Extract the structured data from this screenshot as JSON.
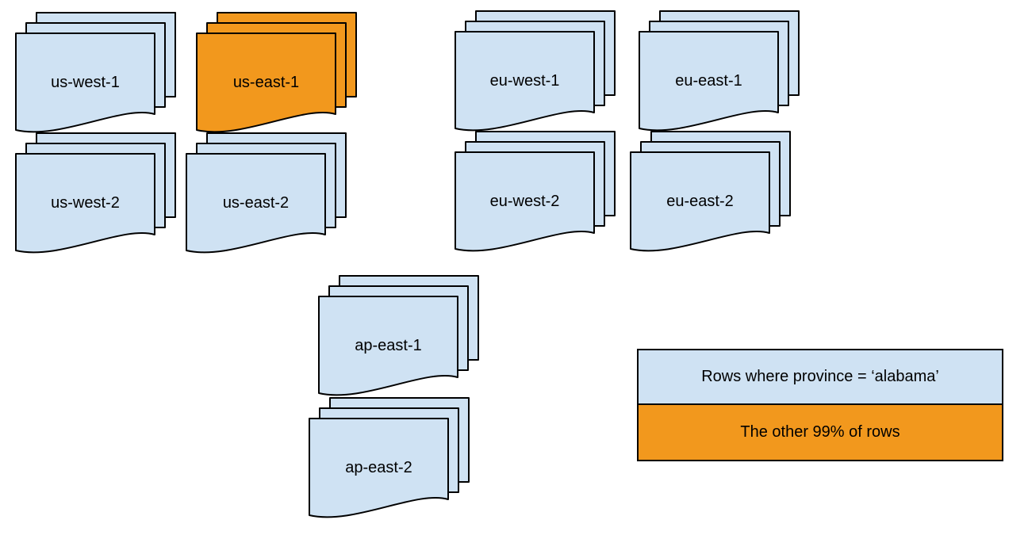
{
  "stacks": [
    {
      "label": "us-west-1",
      "highlight": false
    },
    {
      "label": "us-east-1",
      "highlight": true
    },
    {
      "label": "eu-west-1",
      "highlight": false
    },
    {
      "label": "eu-east-1",
      "highlight": false
    },
    {
      "label": "us-west-2",
      "highlight": false
    },
    {
      "label": "us-east-2",
      "highlight": false
    },
    {
      "label": "eu-west-2",
      "highlight": false
    },
    {
      "label": "eu-east-2",
      "highlight": false
    },
    {
      "label": "ap-east-1",
      "highlight": false
    },
    {
      "label": "ap-east-2",
      "highlight": false
    }
  ],
  "legend": {
    "items": [
      {
        "label": "Rows where province = ‘alabama’",
        "color": "#cfe2f3"
      },
      {
        "label": "The other 99% of rows",
        "color": "#f2981d"
      }
    ]
  },
  "colors": {
    "page_blue": "#cfe2f3",
    "page_orange": "#f2981d",
    "stroke": "#000000",
    "background": "#ffffff"
  }
}
